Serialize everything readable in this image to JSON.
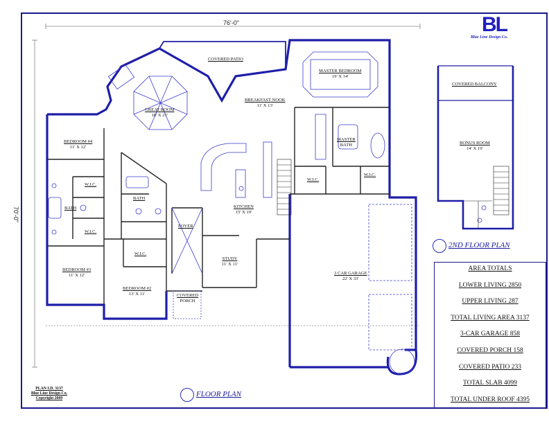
{
  "dimensions": {
    "width_top": "76'-0\"",
    "depth_left": "70'-0\""
  },
  "rooms": {
    "covered_patio": {
      "name": "COVERED PATIO"
    },
    "master_bedroom": {
      "name": "MASTER BEDROOM",
      "size": "19' X 14'"
    },
    "great_room": {
      "name": "GREAT ROOM",
      "size": "18' X 21'"
    },
    "breakfast_nook": {
      "name": "BREAKFAST NOOK",
      "size": "11' X 13'"
    },
    "bedroom4": {
      "name": "BEDROOM #4",
      "size": "11' X 12'"
    },
    "master_bath": {
      "name": "MASTER",
      "size": "BATH"
    },
    "wic_master1": {
      "name": "W.I.C."
    },
    "wic_master2": {
      "name": "W.I.C."
    },
    "wic_bed4": {
      "name": "W.I.C."
    },
    "bath_hall": {
      "name": "BATH"
    },
    "bath_jack": {
      "name": "BATH"
    },
    "wic_bed3": {
      "name": "W.I.C."
    },
    "kitchen": {
      "name": "KITCHEN",
      "size": "15' X 19'"
    },
    "foyer": {
      "name": "FOYER"
    },
    "wic_bed2": {
      "name": "W.I.C."
    },
    "study": {
      "name": "STUDY",
      "size": "11' X 11'"
    },
    "bedroom3": {
      "name": "BEDROOM #3",
      "size": "11' X 12'"
    },
    "bedroom2": {
      "name": "BEDROOM #2",
      "size": "13' X 11'"
    },
    "covered_porch": {
      "name": "COVERED",
      "size": "PORCH"
    },
    "garage": {
      "name": "3 CAR GARAGE",
      "size": "22' X 33'"
    },
    "covered_balcony": {
      "name": "COVERED BALCONY"
    },
    "bonus_room": {
      "name": "BONUS ROOM",
      "size": "14' X 19'"
    }
  },
  "titles": {
    "second_floor": "2ND FLOOR PLAN",
    "floor": "FLOOR PLAN"
  },
  "area_totals": {
    "heading": "AREA TOTALS",
    "rows": [
      "LOWER LIVING  2850",
      "UPPER LIVING  287",
      "TOTAL LIVING AREA  3137",
      "3-CAR GARAGE  858",
      "COVERED PORCH  158",
      "COVERED PATIO  233",
      "TOTAL SLAB  4099",
      "TOTAL UNDER ROOF  4395"
    ]
  },
  "plan_id": {
    "line1": "PLAN I.D. 3137",
    "line2": "Blue Line Design Co.",
    "line3": "Copyright 2009"
  },
  "logo": {
    "mark": "BL",
    "text": "Blue Line Design Co."
  },
  "colors": {
    "wall": "#1e1ea8",
    "ink": "#111111",
    "accent": "#2020c0"
  }
}
